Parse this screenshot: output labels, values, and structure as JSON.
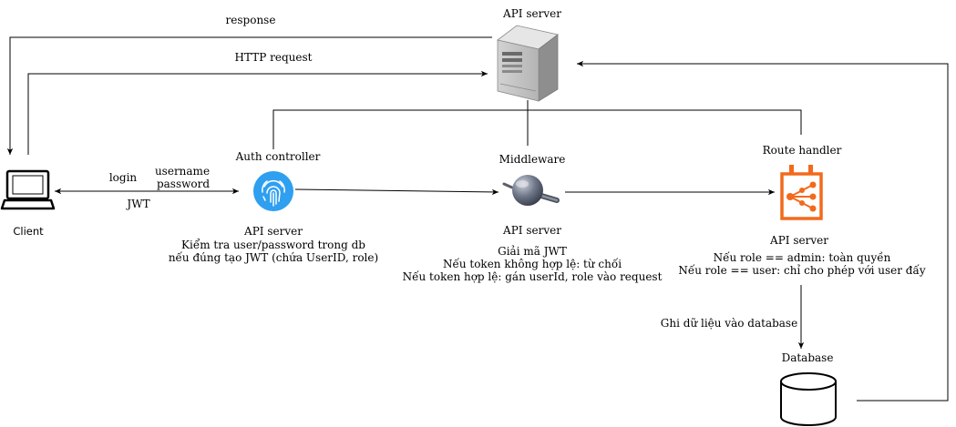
{
  "labels": {
    "response": "response",
    "http_request": "HTTP request",
    "api_server_top": "API server",
    "client": "Client",
    "login": "login",
    "username": "username",
    "password": "password",
    "jwt": "JWT",
    "auth_title": "Auth controller",
    "auth_sub": "API server",
    "auth_desc_1": "Kiểm tra user/password trong db",
    "auth_desc_2": "nếu đúng tạo JWT (chứa UserID, role)",
    "mw_title": "Middleware",
    "mw_sub": "API server",
    "mw_desc_1": "Giải mã JWT",
    "mw_desc_2": "Nếu token không hợp lệ: từ chối",
    "mw_desc_3": "Nếu token hợp lệ: gán userId, role vào request",
    "rh_title": "Route handler",
    "rh_sub": "API server",
    "rh_desc_1": "Nếu role == admin: toàn quyền",
    "rh_desc_2": "Nếu role == user: chỉ cho phép với user đấy",
    "db_write": "Ghi dữ liệu vào database",
    "db_title": "Database"
  },
  "colors": {
    "accent_orange": "#f26a1b",
    "auth_blue": "#2f9ff0",
    "server_gray": "#9a9a9a",
    "line": "#000000"
  },
  "icons": {
    "server": "server-icon",
    "client": "computer-icon",
    "auth": "fingerprint-icon",
    "middleware": "middleware-orb-icon",
    "route": "route-handler-icon",
    "database": "database-cylinder-icon"
  }
}
